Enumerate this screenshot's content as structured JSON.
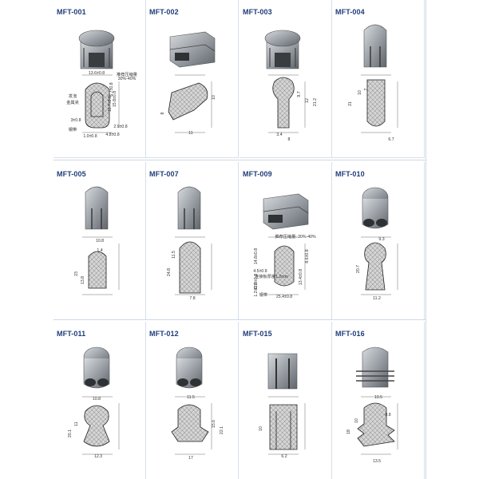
{
  "products": [
    {
      "code": "MFT-001",
      "dims": [
        "13.6±0.8",
        "推荐压缩量",
        "30%-40%",
        "15.8±0.8",
        "3±0.8",
        "2.9±0.8",
        "4.8±0.8",
        "11.7±0.8",
        "1.0±0.8",
        "6.7±0.8",
        "发泡",
        "金属夹",
        "钢带"
      ]
    },
    {
      "code": "MFT-002",
      "dims": [
        "10",
        "8",
        "11"
      ]
    },
    {
      "code": "MFT-003",
      "dims": [
        "9.7",
        "12",
        "21.2",
        "3.4",
        "8"
      ]
    },
    {
      "code": "MFT-004",
      "dims": [
        "10",
        "7",
        "21",
        "6.7"
      ]
    },
    {
      "code": "MFT-005",
      "dims": [
        "10.8",
        "1.4",
        "23",
        "13.8"
      ]
    },
    {
      "code": "MFT-007",
      "dims": [
        "11.5",
        "24.8",
        "7.8"
      ]
    },
    {
      "code": "MFT-009",
      "dims": [
        "推荐压缩量: 30%-40%",
        "14.8±0.8",
        "8.6±0.8",
        "13.4±0.8",
        "25.4±0.8",
        "12.9±0.8",
        "1.2±0.8",
        "4.5±0.8",
        "连接板厚度1.2mm",
        "钢带"
      ]
    },
    {
      "code": "MFT-010",
      "dims": [
        "9.3",
        "20.7",
        "11.2"
      ]
    },
    {
      "code": "MFT-011",
      "dims": [
        "10.8",
        "11",
        "20.1",
        "12.3"
      ]
    },
    {
      "code": "MFT-012",
      "dims": [
        "11.5",
        "15.6",
        "22.1",
        "17"
      ]
    },
    {
      "code": "MFT-015",
      "dims": [
        "10",
        "6.2"
      ]
    },
    {
      "code": "MFT-016",
      "dims": [
        "10.5",
        "10",
        "0.8",
        "18",
        "13.5"
      ]
    }
  ],
  "colors": {
    "label": "#1f3c78",
    "profile_fill": "#9aa0a6",
    "profile_dark": "#5f656b",
    "section_fill": "#d6d6d6",
    "mesh": "#555555",
    "rule": "#cfd8e6"
  }
}
